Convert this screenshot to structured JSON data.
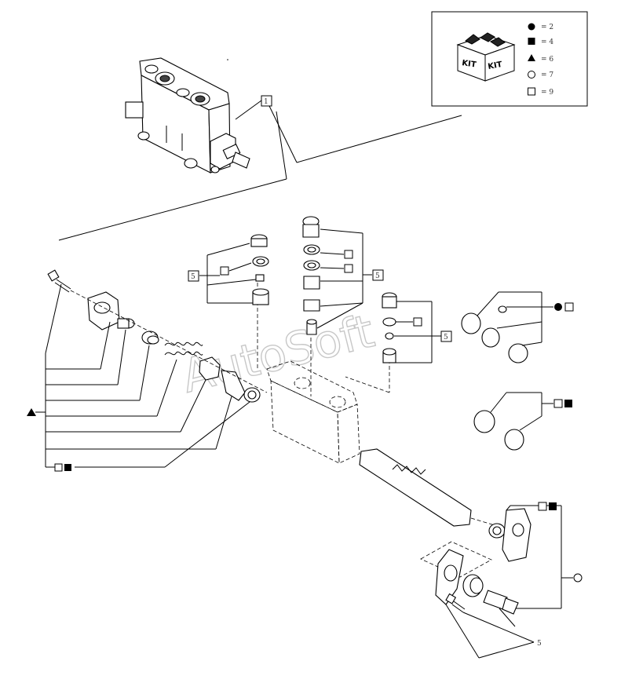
{
  "legend": {
    "kit_label": "KIT",
    "entries": [
      {
        "symbol": "filled-circle",
        "text": "= 2"
      },
      {
        "symbol": "filled-square",
        "text": "= 4"
      },
      {
        "symbol": "filled-triangle",
        "text": "= 6"
      },
      {
        "symbol": "open-circle",
        "text": "= 7"
      },
      {
        "symbol": "open-square",
        "text": "= 9"
      }
    ]
  },
  "callouts": {
    "top_ref": "1",
    "left_plug_group": "5",
    "center_plug_group": "5",
    "relief_valve_group": "5",
    "bottom_screw": "5"
  },
  "watermark": "AutoSoft"
}
